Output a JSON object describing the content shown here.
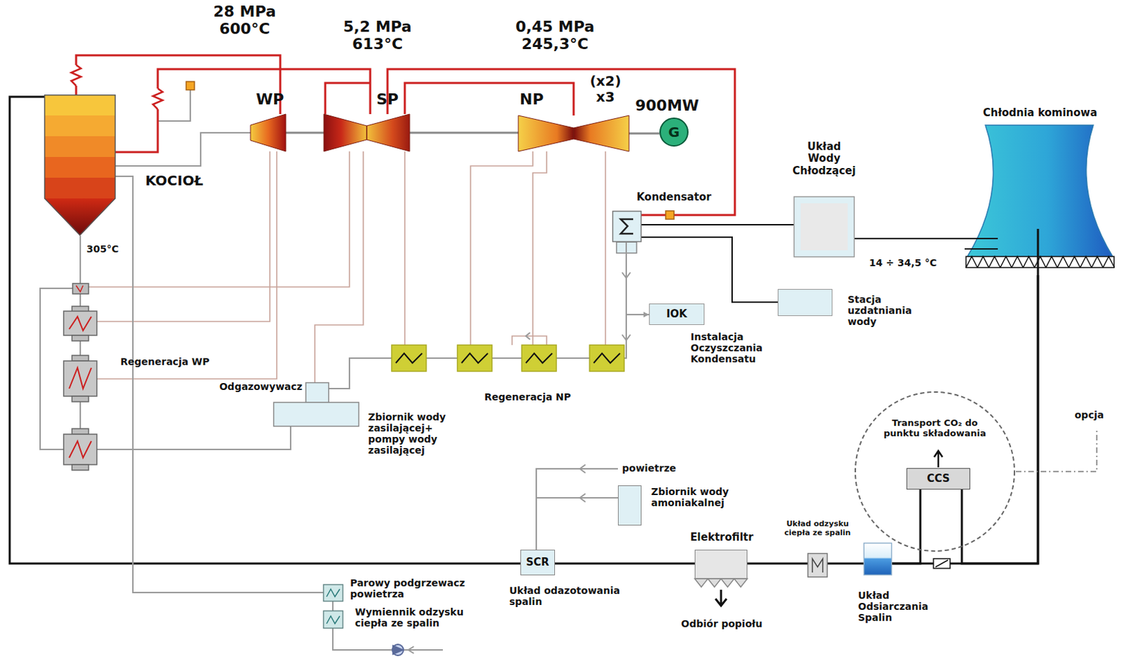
{
  "diagram": {
    "nodes": [
      {
        "text": [
          "KOCIOŁ"
        ]
      },
      {
        "text": [
          "WP"
        ]
      },
      {
        "text": [
          "SP"
        ]
      },
      {
        "text": [
          "NP"
        ]
      },
      {
        "text": [
          "G"
        ]
      },
      {
        "text": [
          "Kondensator"
        ]
      },
      {
        "text": [
          "Układ Wody Chłodzącej"
        ]
      },
      {
        "text": [
          "Chłodnia kominowa"
        ]
      },
      {
        "text": [
          "Stacja uzdatniania wody"
        ]
      },
      {
        "text": [
          "IOK",
          "Instalacja Oczyszczania Kondensatu"
        ]
      },
      {
        "text": [
          "Odgazowywacz",
          "Zbiornik wody zasilającej+ pompy wody zasilającej"
        ]
      },
      {
        "text": [
          "Transport CO₂ do punktu składowania"
        ]
      },
      {
        "text": [
          "CCS"
        ],
        "in": 11
      },
      {
        "text": [
          "Zbiornik wody amoniakalnej"
        ]
      },
      {
        "text": [
          "Elektrofiltr",
          "Odbiór popiołu"
        ]
      },
      {
        "text": [
          "Układ odzysku ciepła ze spalin"
        ]
      },
      {
        "text": [
          "SCR",
          "Układ odazotowania spalin"
        ]
      },
      {
        "text": [
          "Układ Odsiarczania Spalin"
        ]
      },
      {
        "text": [
          "Parowy podgrzewacz powietrza"
        ]
      },
      {
        "text": [
          "Wymiennik odzysku ciepła ze spalin"
        ]
      }
    ],
    "edges": [
      {
        "from": 0,
        "to": 1,
        "arrow": "none"
      },
      {
        "from": 1,
        "to": 0,
        "arrow": "none"
      },
      {
        "from": 0,
        "to": 2,
        "arrow": "none"
      },
      {
        "from": 2,
        "to": 3,
        "arrow": "none"
      },
      {
        "from": 2,
        "to": 5,
        "arrow": "none"
      },
      {
        "from": 1,
        "to": 2,
        "arrow": "none"
      },
      {
        "from": 2,
        "to": 3,
        "arrow": "none"
      },
      {
        "from": 3,
        "to": 4,
        "arrow": "none"
      },
      {
        "from": 5,
        "to": 6,
        "arrow": "none"
      },
      {
        "from": 6,
        "to": 7,
        "arrow": "none"
      },
      {
        "from": 5,
        "to": 8,
        "arrow": "none"
      },
      {
        "from": 5,
        "to": 9,
        "arrow": "to"
      },
      {
        "from": 0,
        "to": 16,
        "arrow": "none"
      },
      {
        "from": 13,
        "to": 16,
        "arrow": "none"
      },
      {
        "from": 16,
        "to": 14,
        "arrow": "none"
      },
      {
        "from": 14,
        "to": 15,
        "arrow": "none"
      },
      {
        "from": 15,
        "to": 17,
        "arrow": "none"
      },
      {
        "from": 17,
        "to": 7,
        "arrow": "none"
      },
      {
        "from": 17,
        "to": 12,
        "arrow": "none"
      },
      {
        "from": 12,
        "to": 7,
        "arrow": "none"
      },
      {
        "from": 0,
        "to": 18,
        "arrow": "none"
      },
      {
        "from": 18,
        "to": 19,
        "arrow": "none"
      }
    ],
    "labels": [
      "28 MPa 600°C",
      "5,2 MPa 613°C",
      "0,45 MPa 245,3°C",
      "(x2) x3",
      "900MW",
      "305°C",
      "Regeneracja WP",
      "Regeneracja NP",
      "14 ÷ 34,5 °C",
      "powietrze",
      "opcja"
    ]
  }
}
